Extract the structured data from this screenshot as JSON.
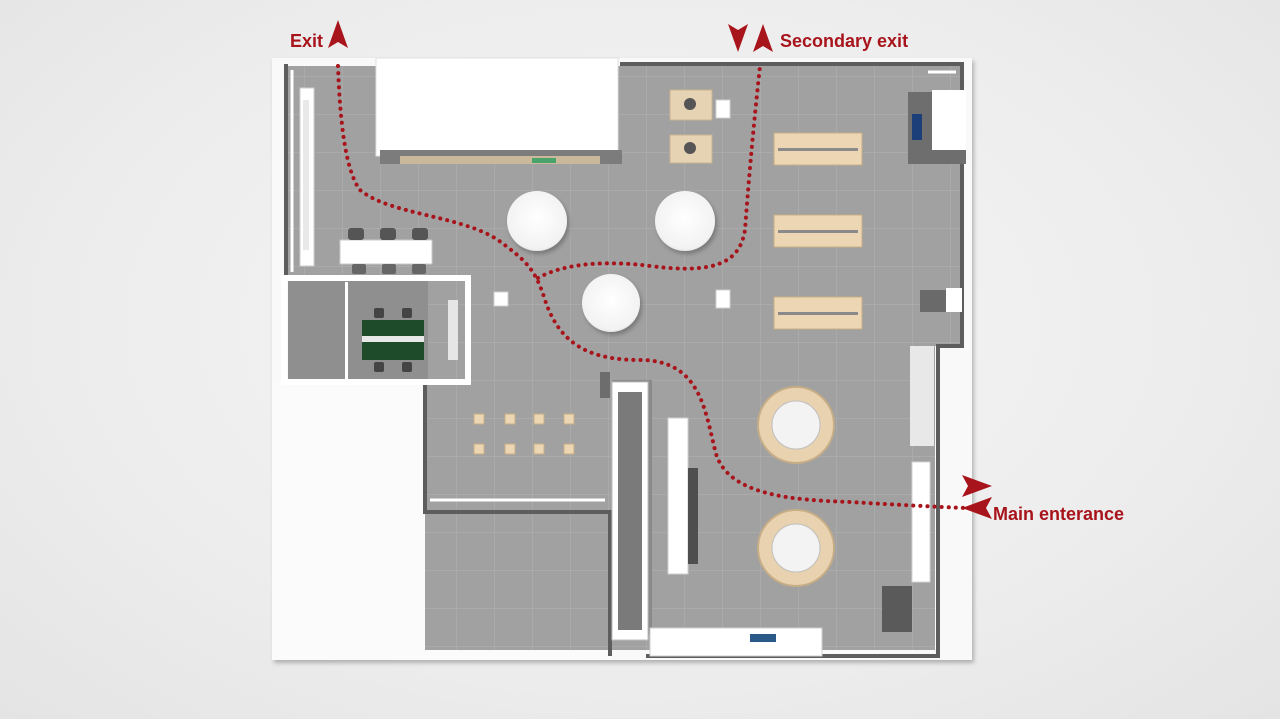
{
  "labels": {
    "exit": "Exit",
    "secondary_exit": "Secondary exit",
    "main_entrance": "Main enterance"
  },
  "colors": {
    "route": "#a8141b",
    "floor": "#9d9d9d",
    "wall": "#ffffff",
    "wood": "#e8d2b0"
  },
  "icons": {
    "exit_arrow": "arrow-up-icon",
    "secondary_exit_arrows": "arrow-down-up-icon",
    "entrance_arrows": "arrow-in-out-icon"
  }
}
